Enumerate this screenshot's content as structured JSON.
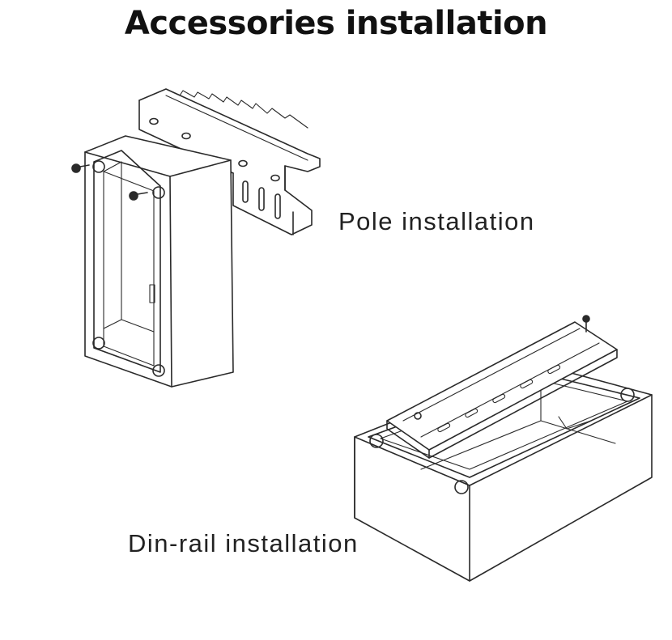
{
  "title": "Accessories installation",
  "labels": {
    "pole": "Pole installation",
    "din_rail": "Din-rail installation"
  },
  "colors": {
    "line": "#2a2a2a",
    "text": "#111111",
    "background": "#ffffff"
  }
}
